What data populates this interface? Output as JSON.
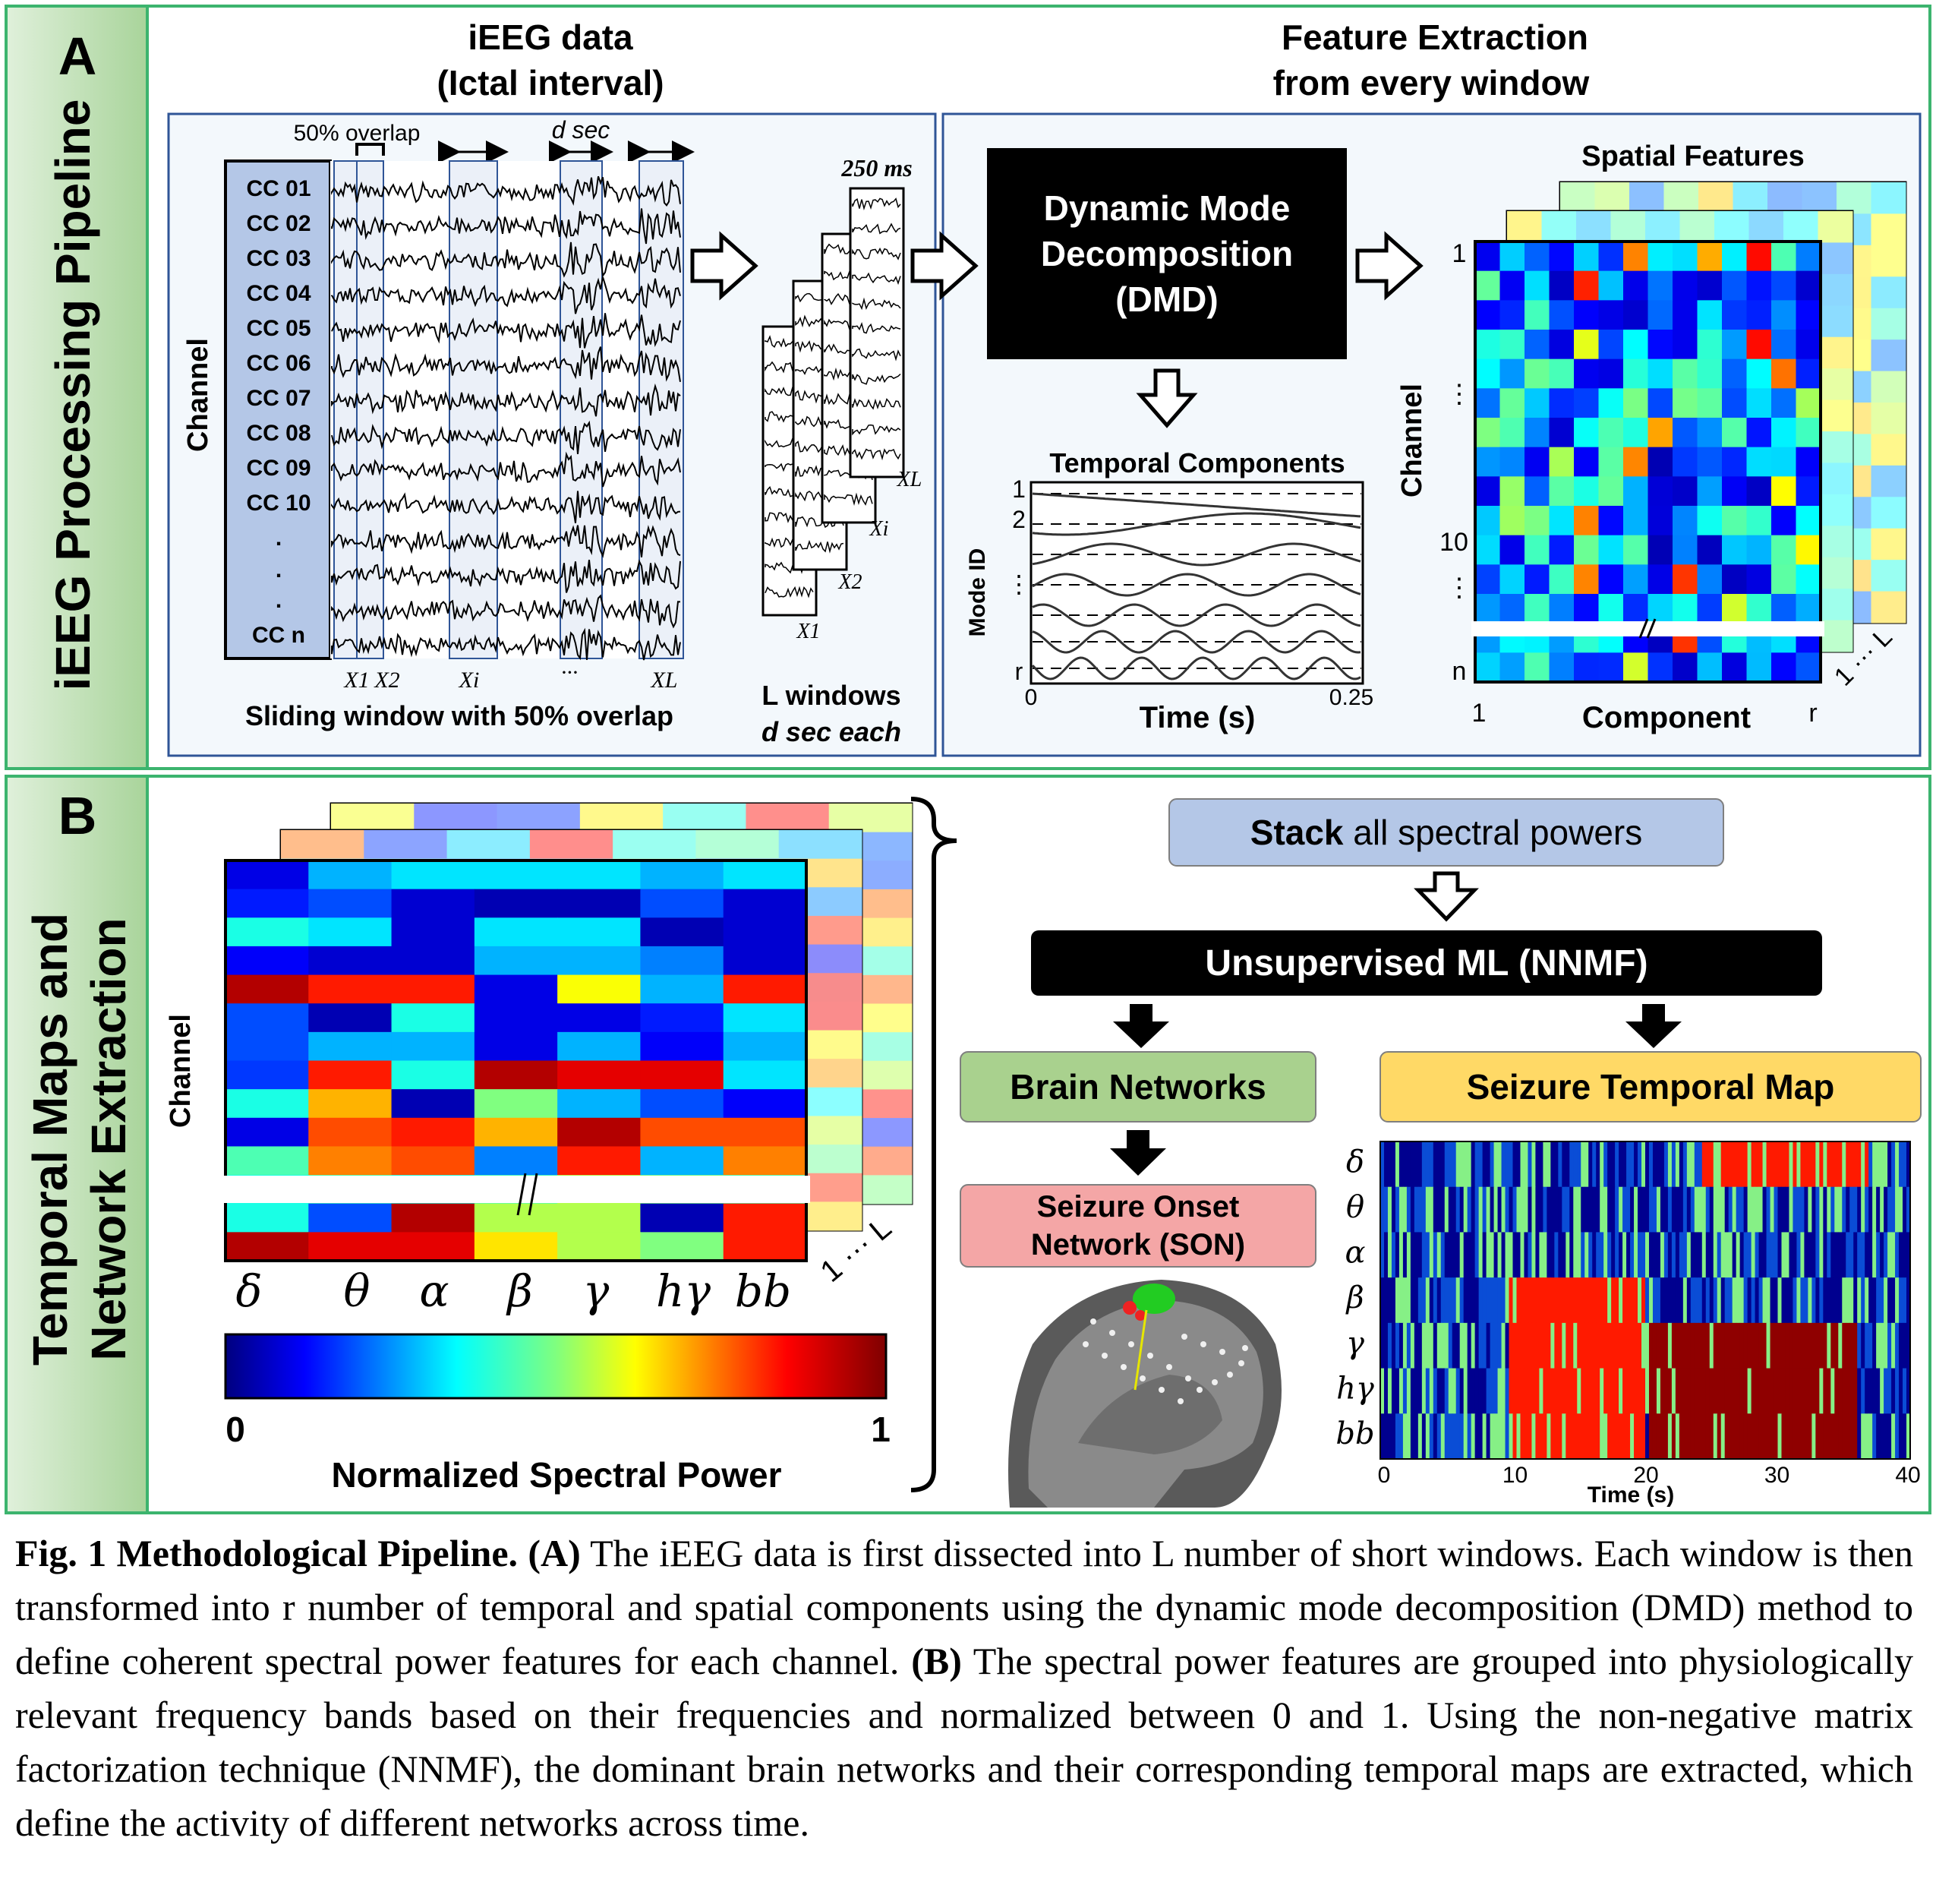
{
  "panelA": {
    "letter": "A",
    "side_title": "iEEG Processing Pipeline",
    "ieeg_title_1": "iEEG data",
    "ieeg_title_2": "(Ictal interval)",
    "feature_title_1": "Feature Extraction",
    "feature_title_2": "from every window",
    "overlap_label": "50% overlap",
    "d_sec_label": "d sec",
    "channel_axis": "Channel",
    "channels": [
      "CC 01",
      "CC 02",
      "CC 03",
      "CC 04",
      "CC 05",
      "CC 06",
      "CC 07",
      "CC 08",
      "CC 09",
      "CC 10",
      ".",
      ".",
      ".",
      "CC  n"
    ],
    "window_labels": [
      "X1",
      "X2",
      "Xi",
      "···",
      "XL"
    ],
    "sliding_label": "Sliding window with 50% overlap",
    "ms_label": "250 ms",
    "stack_window_labels": [
      "X1",
      "X2",
      "Xi",
      "XL"
    ],
    "l_windows_1": "L windows",
    "l_windows_2": "d sec each",
    "dmd_1": "Dynamic Mode",
    "dmd_2": "Decomposition",
    "dmd_3": "(DMD)",
    "temporal_title": "Temporal Components",
    "mode_axis": "Mode ID",
    "mode_ticks": [
      "1",
      "2",
      "⋮",
      "r"
    ],
    "time_axis": "Time (s)",
    "time_ticks": [
      "0",
      "0.25"
    ],
    "spatial_title": "Spatial Features",
    "spatial_channel_axis": "Channel",
    "spatial_y_ticks": [
      "1",
      "⋮",
      "10",
      "⋮",
      "n"
    ],
    "component_axis": "Component",
    "component_ticks": [
      "1",
      "r"
    ],
    "stack_depth_label": "1 ··· L"
  },
  "panelB": {
    "letter": "B",
    "side_title_1": "Temporal Maps and",
    "side_title_2": "Network Extraction",
    "channel_axis": "Channel",
    "bands": [
      "δ",
      "θ",
      "α",
      "β",
      "γ",
      "hγ",
      "bb"
    ],
    "stack_depth_label": "1 ··· L",
    "colorbar_min": "0",
    "colorbar_max": "1",
    "colorbar_label": "Normalized Spectral Power",
    "stack_bold": "Stack",
    "stack_rest": " all spectral powers",
    "nnmf_label": "Unsupervised ML (NNMF)",
    "brain_networks": "Brain Networks",
    "seizure_map": "Seizure Temporal Map",
    "son_1": "Seizure Onset",
    "son_2": "Network (SON)",
    "map_bands": [
      "δ",
      "θ",
      "α",
      "β",
      "γ",
      "hγ",
      "bb"
    ],
    "map_x_ticks": [
      "0",
      "10",
      "20",
      "30",
      "40"
    ],
    "map_x_label": "Time (s)"
  },
  "colors": {
    "frame_green": "#3cb46e",
    "side_green_light": "#d6ecd0",
    "side_green_dark": "#a8d49a",
    "stack_box": "#b4c7e7",
    "brain_box": "#a9d18e",
    "son_box": "#f4a6a6",
    "seizure_box": "#ffd966",
    "dmd_box": "#000000"
  },
  "caption": {
    "fig": "Fig. 1 Methodological Pipeline.",
    "a_tag": "(A)",
    "a_text": " The iEEG data is first dissected into L number of short windows. Each window is then transformed into r number of temporal and spatial components using the dynamic mode decomposition (DMD) method to define coherent spectral power features for each channel. ",
    "b_tag": "(B)",
    "b_text": " The spectral power features are grouped into physiologically relevant frequency bands based on their frequencies and normalized between 0 and 1. Using the non-negative matrix factorization technique (NNMF), the dominant brain networks and their corresponding temporal maps are extracted, which define the activity of different networks across time."
  }
}
